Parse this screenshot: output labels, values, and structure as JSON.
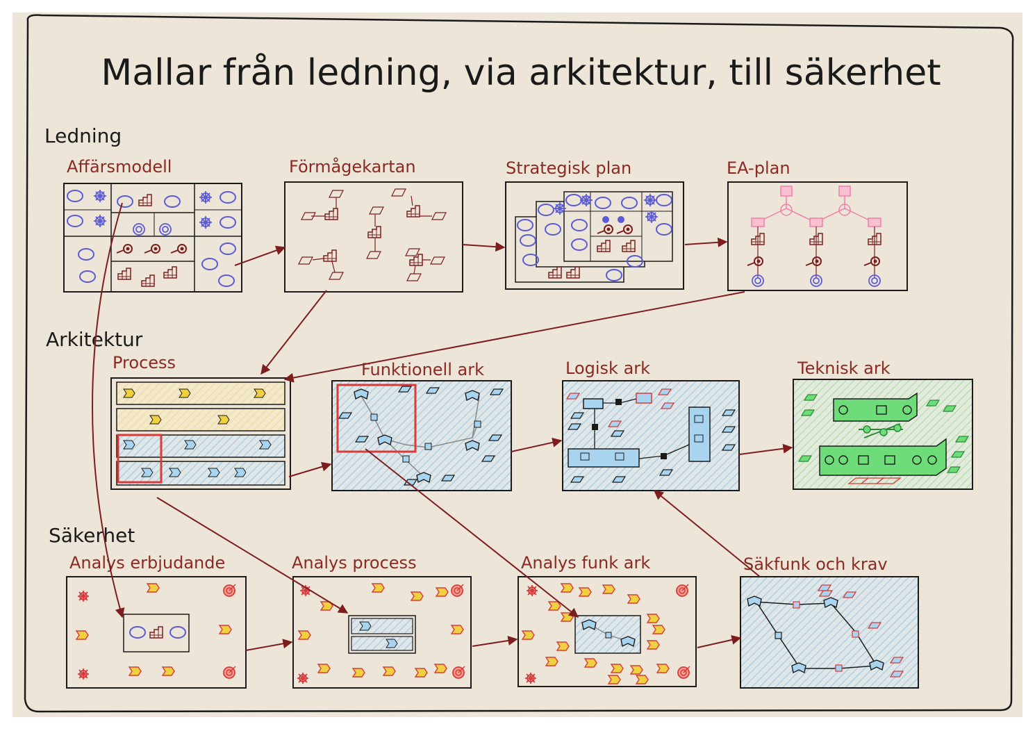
{
  "title": "Mallar från ledning, via arkitektur, till säkerhet",
  "sections": {
    "ledning": "Ledning",
    "arkitektur": "Arkitektur",
    "sakerhet": "Säkerhet"
  },
  "panels": {
    "affarsmodell": "Affärsmodell",
    "formagekartan": "Förmågekartan",
    "strategisk_plan": "Strategisk plan",
    "ea_plan": "EA-plan",
    "process": "Process",
    "funktionell_ark": "Funktionell ark",
    "logisk_ark": "Logisk ark",
    "teknisk_ark": "Teknisk ark",
    "analys_erbjudande": "Analys erbjudande",
    "analys_process": "Analys process",
    "analys_funk_ark": "Analys funk ark",
    "sakfunk_och_krav": "Säkfunk och krav"
  },
  "colors": {
    "background": "#ece5d8",
    "ink": "#1a1a1a",
    "label": "#8b2a22",
    "arrow": "#7d1d1d",
    "blue_icon": "#5b5bd6",
    "dark_red_icon": "#7b1e1e",
    "pink": "#f080a8",
    "light_blue": "#a8d4f0",
    "yellow_lane": "#f5e7b8",
    "blue_hatch": "#b8d4e6",
    "green_fill": "#6fdc7a",
    "green_hatch": "#bfe0b8",
    "red_highlight": "#d93a3a",
    "yellow_chevron": "#f0d040",
    "orange_chevron": "#f08040"
  }
}
